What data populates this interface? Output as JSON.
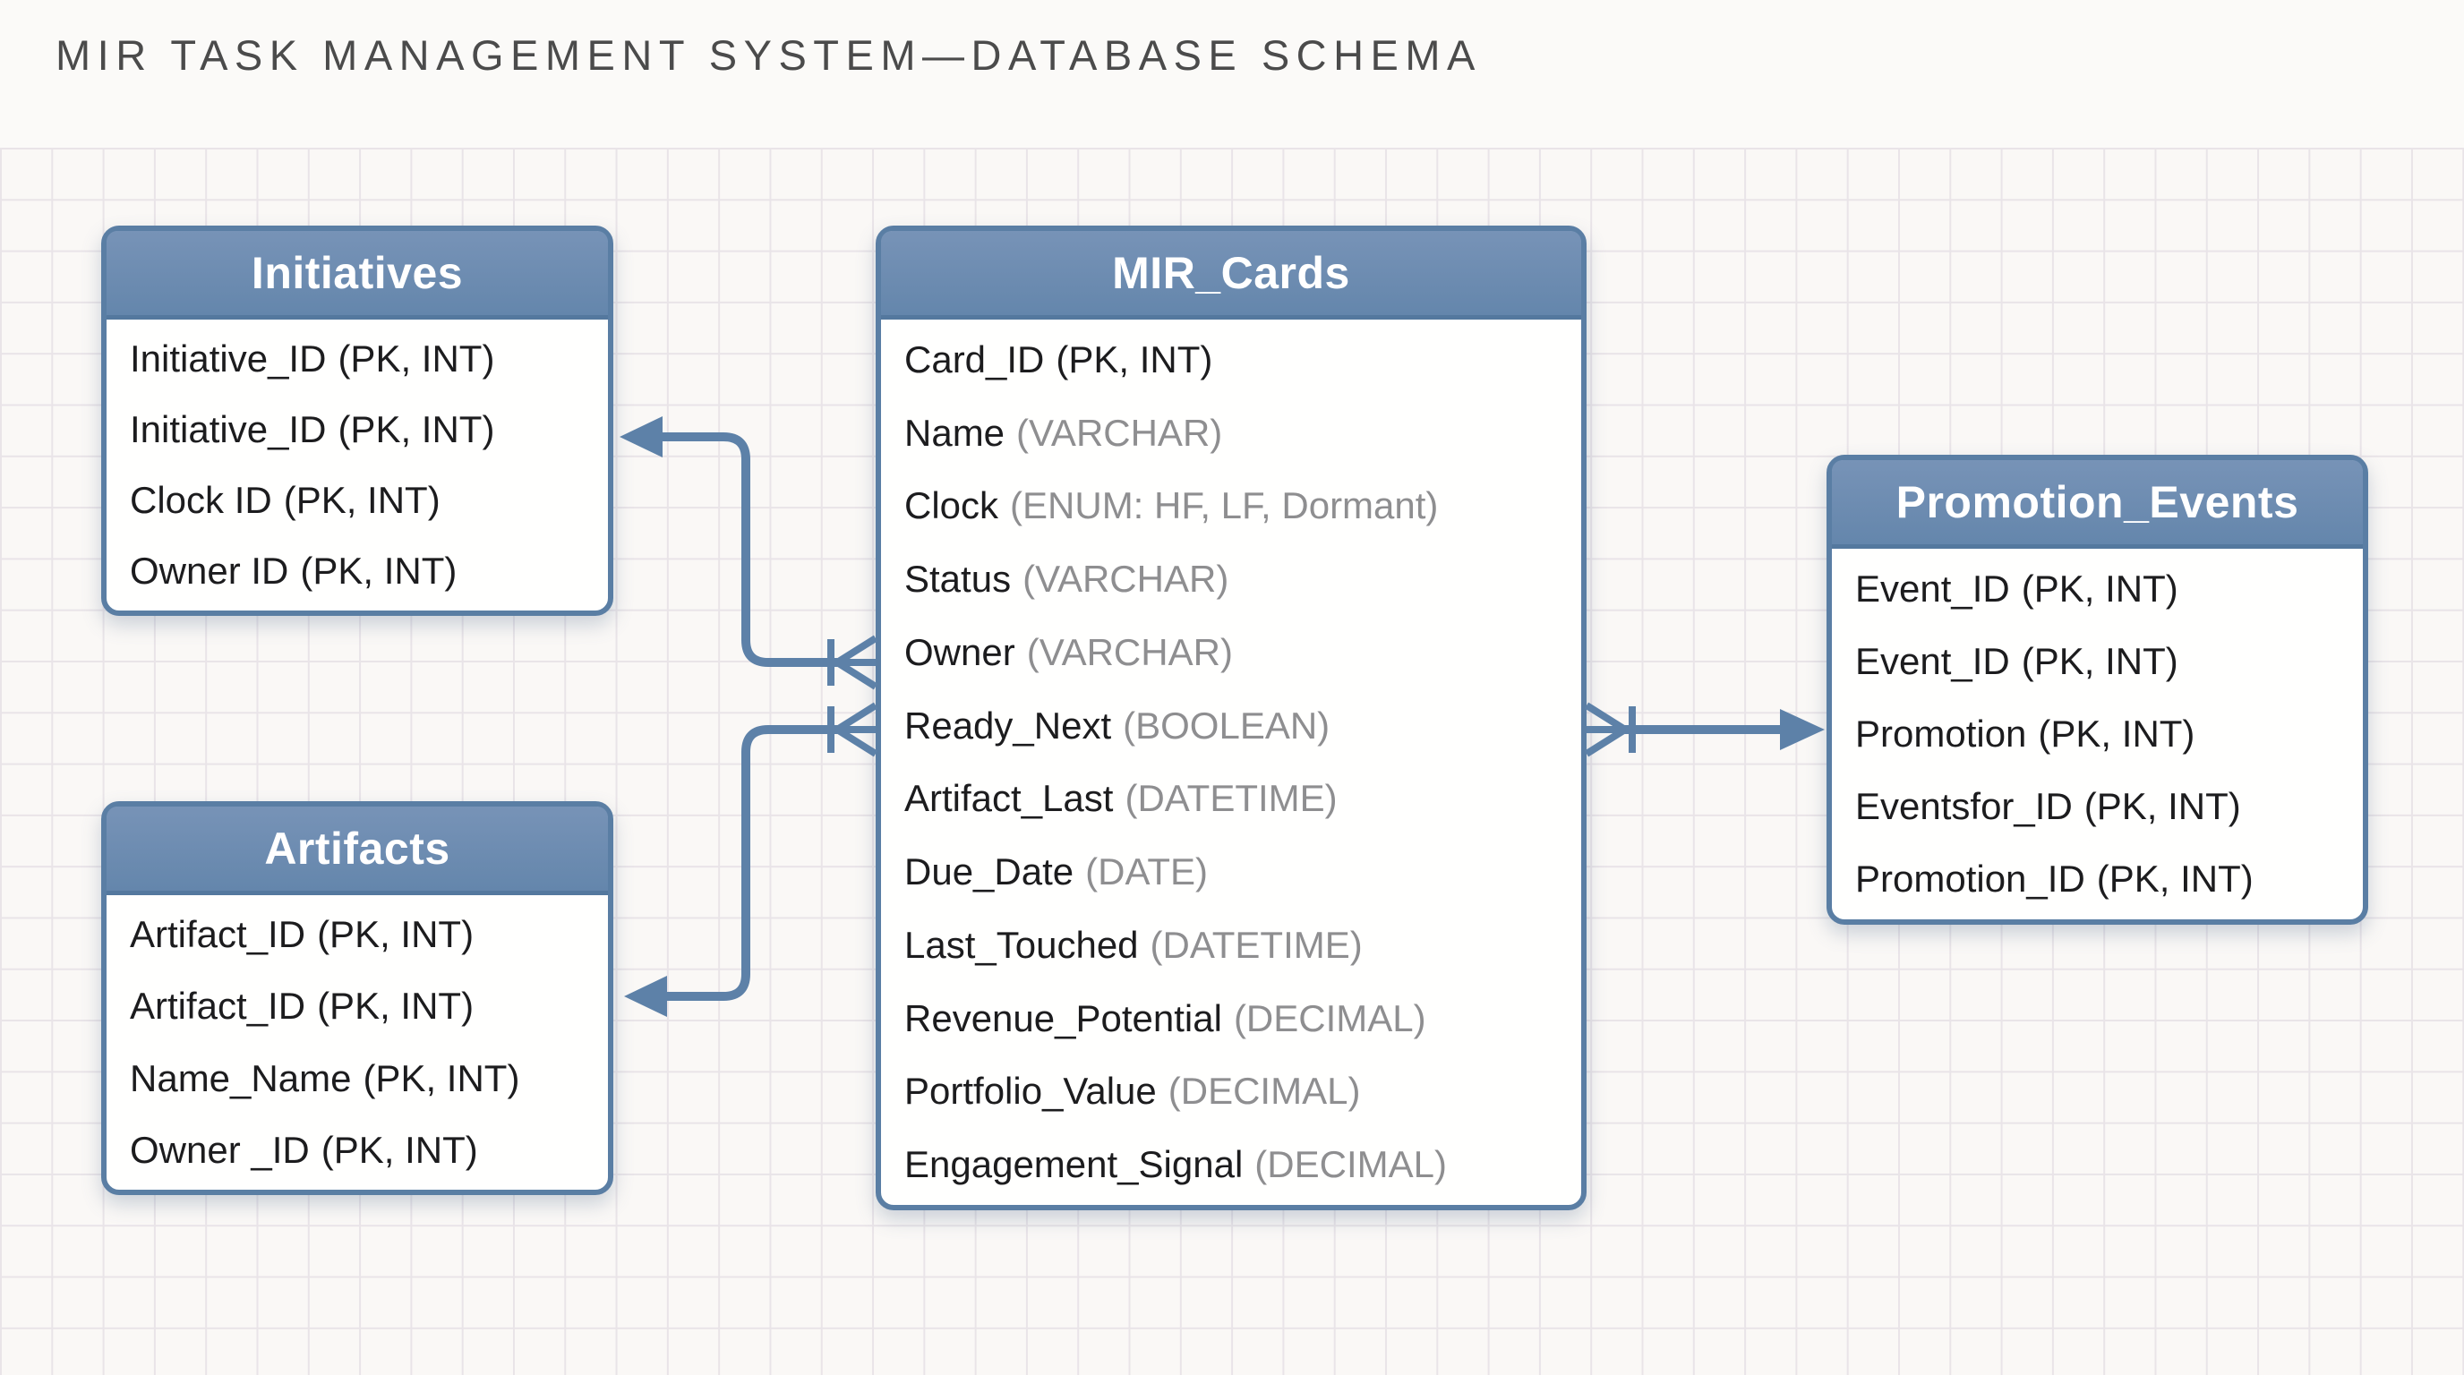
{
  "title": "MIR TASK MANAGEMENT SYSTEM—DATABASE SCHEMA",
  "diagram": {
    "tables": [
      {
        "id": "initiatives",
        "title": "Initiatives",
        "fields": [
          {
            "name": "Initiative_ID",
            "type": "(PK, INT)",
            "muted": false
          },
          {
            "name": "Initiative_ID",
            "type": "(PK, INT)",
            "muted": false
          },
          {
            "name": "Clock ID",
            "type": "(PK, INT)",
            "muted": false
          },
          {
            "name": "Owner ID",
            "type": "(PK, INT)",
            "muted": false
          }
        ]
      },
      {
        "id": "mir_cards",
        "title": "MIR_Cards",
        "fields": [
          {
            "name": "Card_ID",
            "type": "(PK, INT)",
            "muted": false
          },
          {
            "name": "Name",
            "type": "(VARCHAR)",
            "muted": true
          },
          {
            "name": "Clock",
            "type": "(ENUM: HF, LF, Dormant)",
            "muted": true
          },
          {
            "name": "Status",
            "type": "(VARCHAR)",
            "muted": true
          },
          {
            "name": "Owner",
            "type": "(VARCHAR)",
            "muted": true
          },
          {
            "name": "Ready_Next",
            "type": "(BOOLEAN)",
            "muted": true
          },
          {
            "name": "Artifact_Last",
            "type": "(DATETIME)",
            "muted": true
          },
          {
            "name": "Due_Date",
            "type": "(DATE)",
            "muted": true
          },
          {
            "name": "Last_Touched",
            "type": "(DATETIME)",
            "muted": true
          },
          {
            "name": "Revenue_Potential",
            "type": "(DECIMAL)",
            "muted": true
          },
          {
            "name": "Portfolio_Value",
            "type": "(DECIMAL)",
            "muted": true
          },
          {
            "name": "Engagement_Signal",
            "type": "(DECIMAL)",
            "muted": true
          }
        ]
      },
      {
        "id": "artifacts",
        "title": "Artifacts",
        "fields": [
          {
            "name": "Artifact_ID",
            "type": "(PK, INT)",
            "muted": false
          },
          {
            "name": "Artifact_ID",
            "type": "(PK, INT)",
            "muted": false
          },
          {
            "name": "Name_Name",
            "type": "(PK, INT)",
            "muted": false
          },
          {
            "name": "Owner _ID",
            "type": "(PK, INT)",
            "muted": false
          }
        ]
      },
      {
        "id": "promotion_events",
        "title": "Promotion_Events",
        "fields": [
          {
            "name": "Event_ID",
            "type": "(PK, INT)",
            "muted": false
          },
          {
            "name": "Event_ID",
            "type": "(PK, INT)",
            "muted": false
          },
          {
            "name": "Promotion",
            "type": "(PK, INT)",
            "muted": false
          },
          {
            "name": "Eventsfor_ID",
            "type": "(PK, INT)",
            "muted": false
          },
          {
            "name": "Promotion_ID",
            "type": "(PK, INT)",
            "muted": false
          }
        ]
      }
    ],
    "relationships": [
      {
        "from": "MIR_Cards",
        "to": "Initiatives",
        "from_end": "crow-foot-many-with-tick",
        "to_end": "filled-arrow"
      },
      {
        "from": "MIR_Cards",
        "to": "Artifacts",
        "from_end": "crow-foot-many-with-tick",
        "to_end": "filled-arrow"
      },
      {
        "from": "MIR_Cards",
        "to": "Promotion_Events",
        "from_end": "crow-foot-many-with-tick",
        "to_end": "filled-arrow"
      }
    ],
    "colors": {
      "header_blue": "#6a8aaf",
      "table_border_blue": "#5a7ea4",
      "connector_blue": "#5d81a8",
      "title_text": "#4b4b4b",
      "field_text": "#1c1c1e",
      "muted_type_text": "#8e8e90",
      "grid_line": "#e9e4e8",
      "canvas_background": "#faf8f6"
    }
  }
}
